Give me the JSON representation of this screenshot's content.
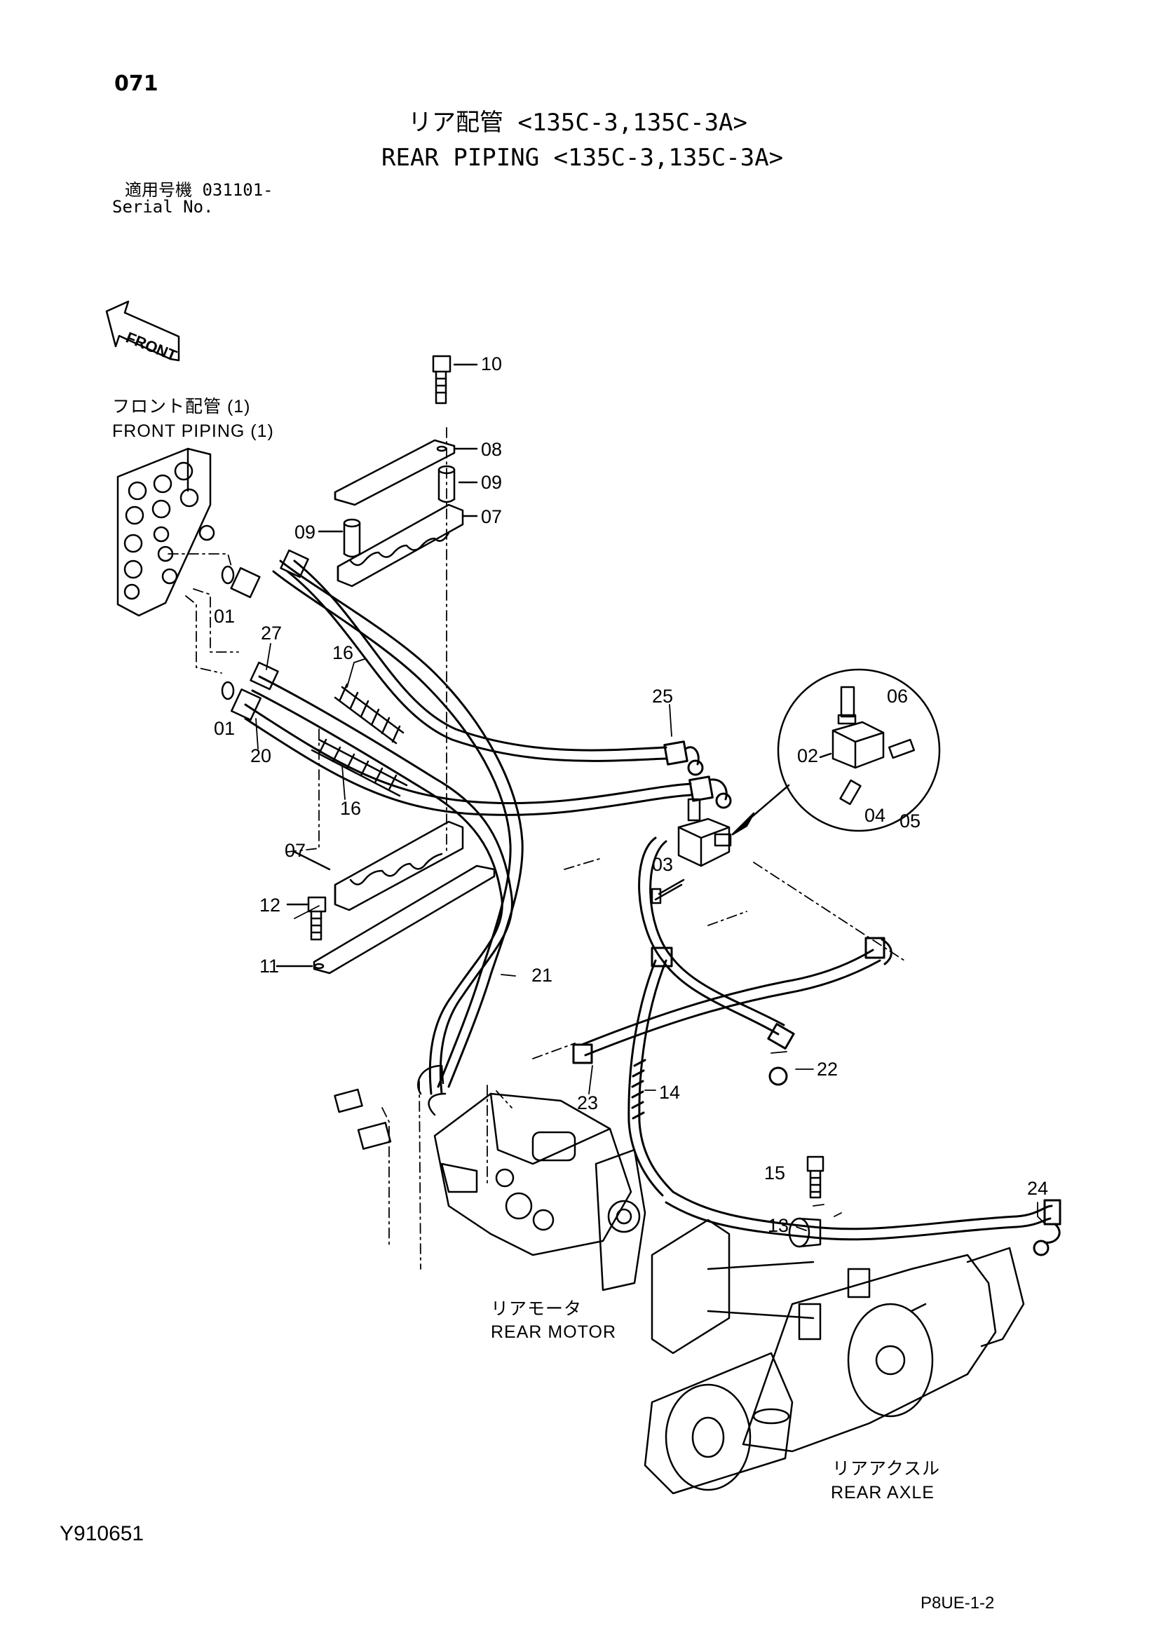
{
  "header": {
    "page_number": "071",
    "title_jp": "リア配管 <135C-3,135C-3A>",
    "title_en": "REAR PIPING <135C-3,135C-3A>",
    "serial_jp": "適用号機 031101-",
    "serial_en": "Serial No."
  },
  "labels": {
    "front_arrow": "FRONT",
    "front_piping_jp": "フロント配管 (1)",
    "front_piping_en": "FRONT PIPING (1)",
    "rear_motor_jp": "リアモータ",
    "rear_motor_en": "REAR MOTOR",
    "rear_axle_jp": "リアアクスル",
    "rear_axle_en": "REAR AXLE"
  },
  "part_callouts": {
    "p10": "10",
    "p08": "08",
    "p09a": "09",
    "p09b": "09",
    "p07a": "07",
    "p01a": "01",
    "p27": "27",
    "p16a": "16",
    "p01b": "01",
    "p20": "20",
    "p16b": "16",
    "p25": "25",
    "p06": "06",
    "p02": "02",
    "p04": "04",
    "p05": "05",
    "p03": "03",
    "p07b": "07",
    "p12": "12",
    "p11": "11",
    "p21": "21",
    "p22": "22",
    "p23": "23",
    "p14": "14",
    "p15": "15",
    "p13": "13",
    "p24": "24"
  },
  "footer": {
    "figure_id": "Y910651",
    "page_code": "P8UE-1-2"
  }
}
